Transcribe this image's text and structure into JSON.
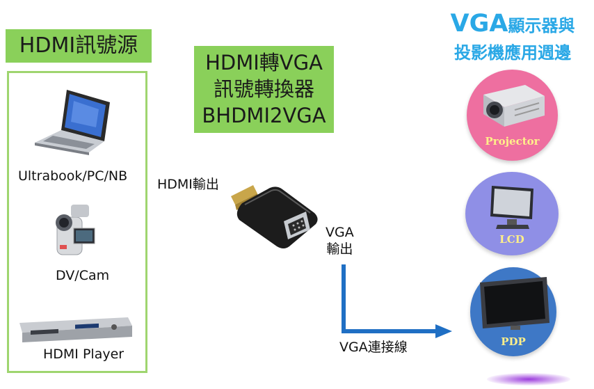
{
  "source": {
    "title": "HDMI訊號源",
    "devices": [
      {
        "label": "Ultrabook/PC/NB",
        "icon": "laptop-icon"
      },
      {
        "label": "DV/Cam",
        "icon": "camcorder-icon"
      },
      {
        "label": "HDMI Player",
        "icon": "dvd-player-icon"
      }
    ]
  },
  "converter": {
    "title_lines": [
      "HDMI轉VGA",
      "訊號轉換器",
      "BHDMI2VGA"
    ],
    "hdmi_output": "HDMI輸出",
    "vga_output_lines": [
      "VGA",
      "輸出"
    ],
    "cable_label": "VGA連接線"
  },
  "displays": {
    "title_prefix": "VGA",
    "title_rest": "顯示器與",
    "title_line2": "投影機應用週邊",
    "items": [
      {
        "label": "Projector",
        "color": "#ee6fa0"
      },
      {
        "label": "LCD",
        "color": "#8f8fe6"
      },
      {
        "label": "PDP",
        "color": "#3e78c6"
      }
    ]
  },
  "colors": {
    "green": "#8ad05a",
    "blue": "#1f6fc4",
    "accent": "#2aa8e6"
  }
}
